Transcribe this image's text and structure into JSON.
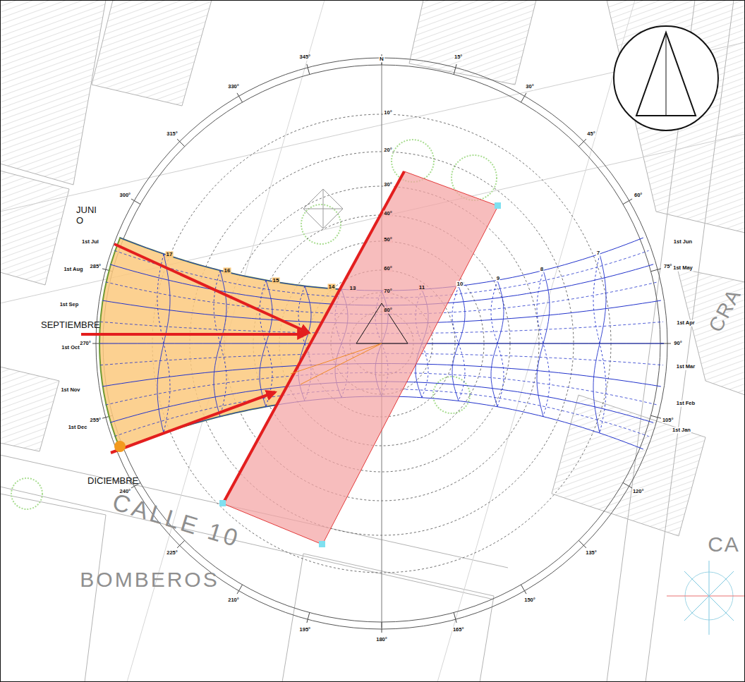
{
  "diagram": {
    "labels": [
      "JUNI O",
      "SEPTIEMBRE",
      "DICIEMBRE",
      "N",
      "15°",
      "30°",
      "45°",
      "60°",
      "75°",
      "90°",
      "105°",
      "120°",
      "135°",
      "150°",
      "165°",
      "180°",
      "195°",
      "210°",
      "225°",
      "240°",
      "255°",
      "270°",
      "285°",
      "300°",
      "315°",
      "330°",
      "345°",
      "10°",
      "20°",
      "30°",
      "40°",
      "50°",
      "60°",
      "70°",
      "80°",
      "17",
      "16",
      "15",
      "14",
      "13",
      "11",
      "10",
      "9",
      "8",
      "7",
      "1st Jul",
      "1st Aug",
      "1st Sep",
      "1st Oct",
      "1st Nov",
      "1st Dec",
      "1st Jun",
      "1st May",
      "1st Apr",
      "1st Mar",
      "1st Feb",
      "1st Jan",
      "CALLE 10",
      "BOMBEROS",
      "CRA",
      "CA"
    ]
  }
}
